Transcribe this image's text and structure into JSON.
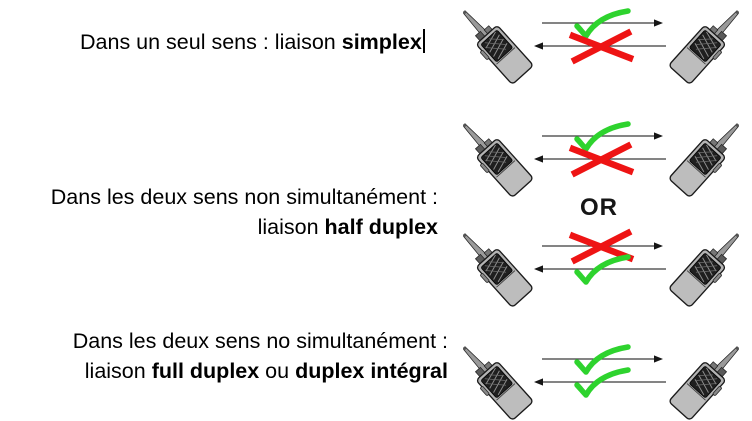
{
  "captions": {
    "simplex": {
      "prefix": "Dans un seul sens : liaison ",
      "bold": "simplex"
    },
    "half_duplex": {
      "line1": "Dans les deux sens non simultanément :",
      "line2_prefix": "liaison ",
      "line2_bold": "half duplex"
    },
    "full_duplex": {
      "line1": "Dans les deux sens no simultanément :",
      "line2_prefix": "liaison ",
      "line2_bold1": "full duplex",
      "line2_mid": " ou ",
      "line2_bold2": "duplex intégral"
    }
  },
  "or_label": "OR",
  "diagrams": [
    {
      "name": "simplex-link",
      "lanes": {
        "top": {
          "direction": "right",
          "mark": "check"
        },
        "bottom": {
          "direction": "left",
          "mark": "cross"
        }
      }
    },
    {
      "name": "half-duplex-option-a",
      "lanes": {
        "top": {
          "direction": "right",
          "mark": "check"
        },
        "bottom": {
          "direction": "left",
          "mark": "cross"
        }
      }
    },
    {
      "name": "half-duplex-option-b",
      "lanes": {
        "top": {
          "direction": "right",
          "mark": "cross"
        },
        "bottom": {
          "direction": "left",
          "mark": "check"
        }
      }
    },
    {
      "name": "full-duplex-link",
      "lanes": {
        "top": {
          "direction": "right",
          "mark": "check"
        },
        "bottom": {
          "direction": "left",
          "mark": "check"
        }
      }
    }
  ],
  "colors": {
    "check": "#2ed32e",
    "cross": "#ee1414",
    "arrow": "#3a3a3a",
    "text": "#000000"
  }
}
